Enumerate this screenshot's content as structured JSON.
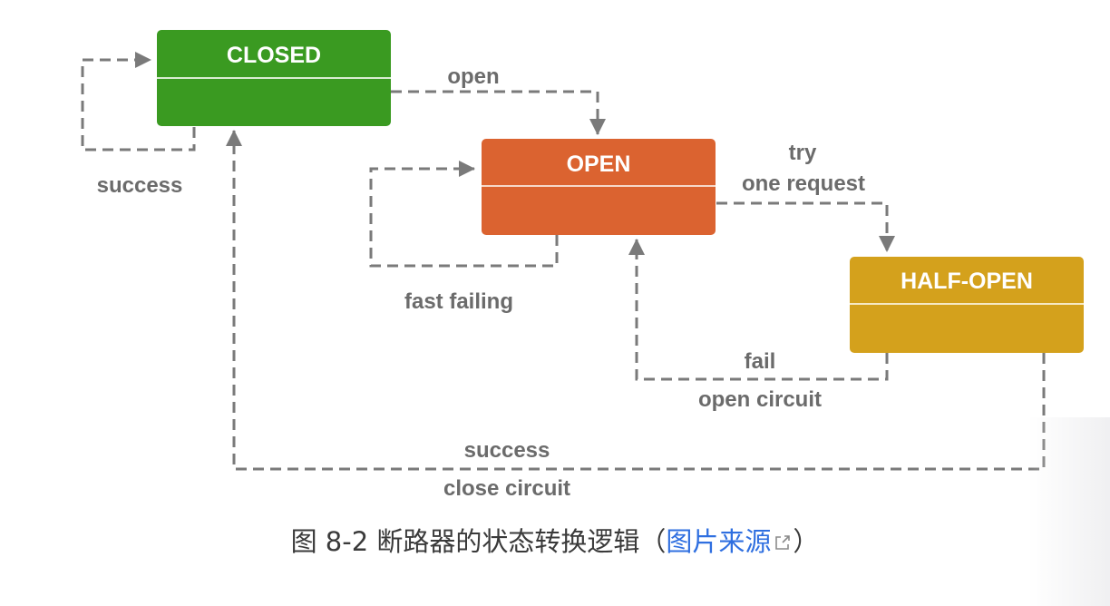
{
  "states": {
    "closed": {
      "title": "CLOSED",
      "color": "#3a9a21",
      "divider": "#d9edd2"
    },
    "open": {
      "title": "OPEN",
      "color": "#db6330",
      "divider": "#f6d8c8"
    },
    "half_open": {
      "title": "HALF-OPEN",
      "color": "#d4a11c",
      "divider": "#f6e9c4"
    }
  },
  "edges": {
    "closed_self": {
      "label": "success"
    },
    "closed_to_open": {
      "label": "open"
    },
    "open_self": {
      "label": "fast failing"
    },
    "open_to_half": {
      "label_line1": "try",
      "label_line2": "one request"
    },
    "half_to_open": {
      "label_line1": "fail",
      "label_line2": "open circuit"
    },
    "half_to_closed": {
      "label_line1": "success",
      "label_line2": "close circuit"
    }
  },
  "edge_color": "#7a7a7a",
  "caption": {
    "prefix": "图 8-2 断路器的状态转换逻辑（",
    "link_text": "图片来源",
    "suffix": "）",
    "link_color": "#2f6fe0",
    "link_icon": "external-link-icon"
  }
}
